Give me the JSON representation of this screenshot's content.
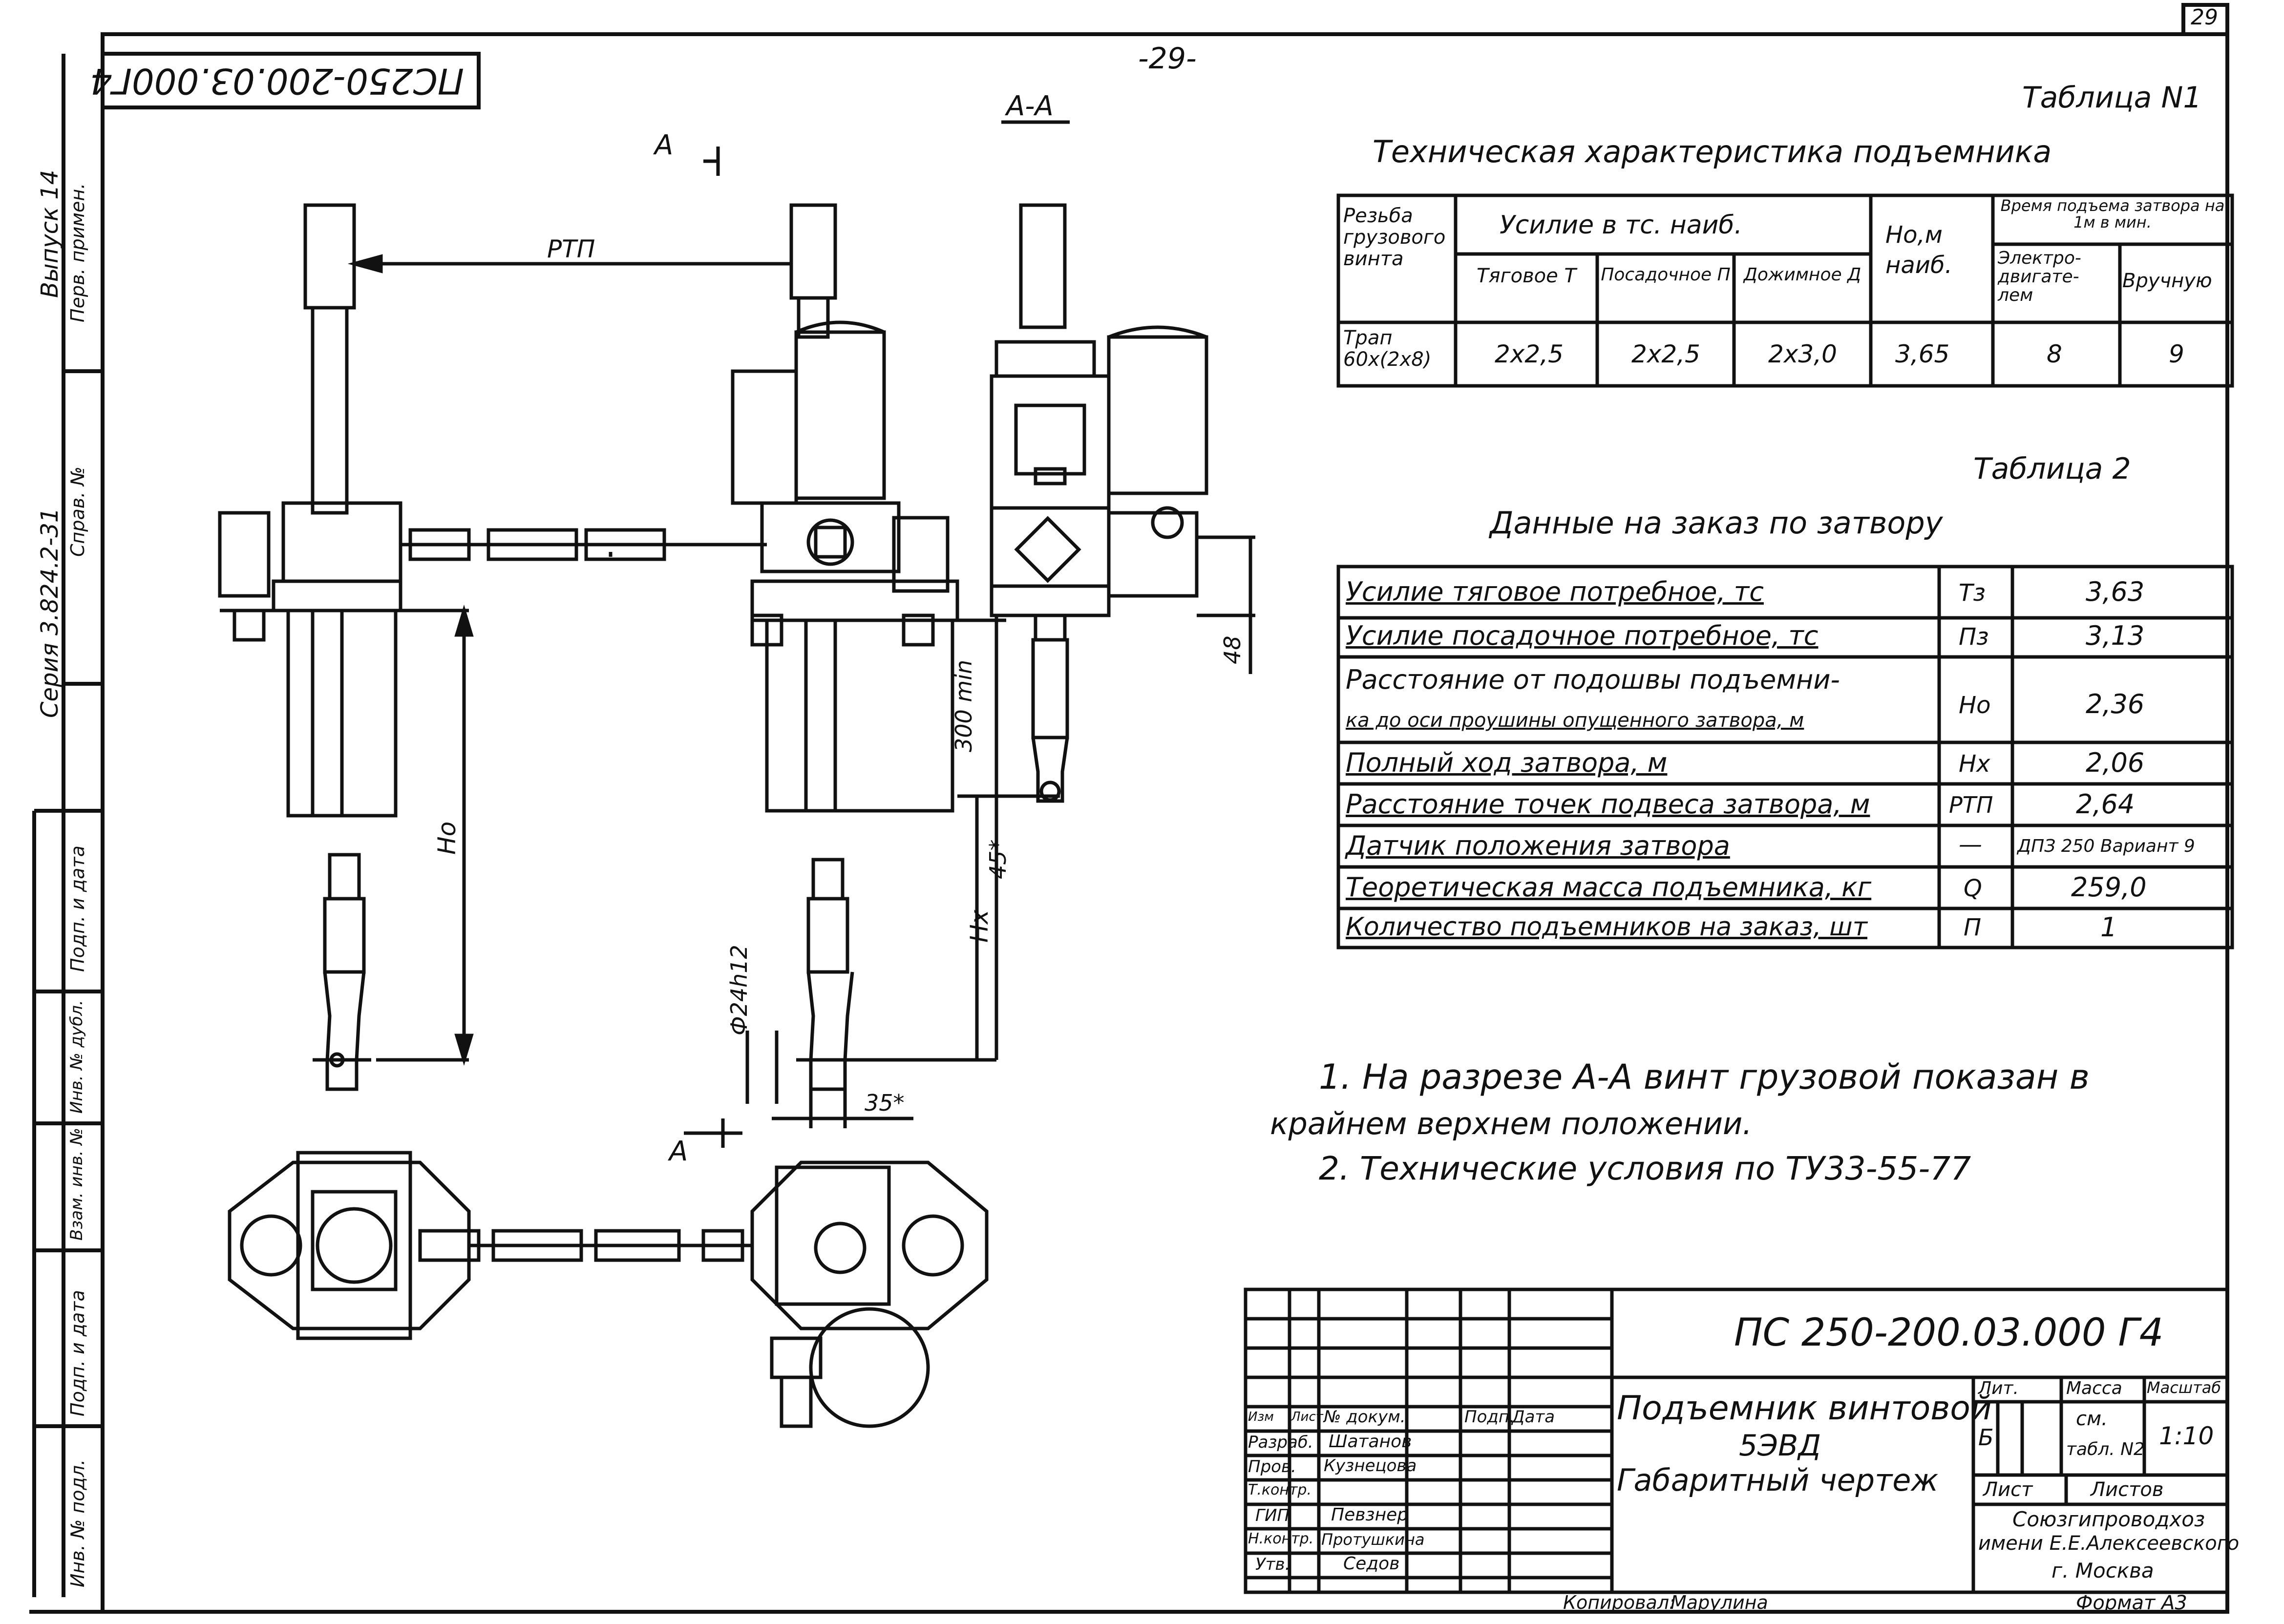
{
  "page_number": "29",
  "center_page_label": "-29-",
  "mirrored_designation": "ПС250-200.03.000Г4",
  "side_strip": {
    "series": "Серия 3.824.2-31",
    "issue": "Выпуск 14",
    "first_use": "Перв. примен.",
    "reference_no": "Справ. №",
    "signature_date_1": "Подп. и дата",
    "inventory_dup": "Инв. № дубл.",
    "replacement_inv": "Взам. инв. №",
    "signature_date_2": "Подп. и дата",
    "inventory_original": "Инв. № подл."
  },
  "drawing_labels": {
    "section_mark": "А-А",
    "cut_a_top": "А",
    "cut_a_bottom": "А",
    "ptn": "РТП",
    "ho": "Но",
    "hx": "Нх",
    "dim_300": "300 min",
    "dim_48": "48",
    "dim_45": "45*",
    "dim_phi": "Ф24h12",
    "dim_35": "35*"
  },
  "table1": {
    "caption": "Таблица N1",
    "title": "Техническая характеристика подъемника",
    "h_thread": "Резьба грузового винта",
    "h_force": "Усилие в тс. наиб.",
    "h_pull": "Тяговое Т",
    "h_set": "Посадочное П",
    "h_press": "Дожимное Д",
    "h_ho": "Но,м наиб.",
    "h_time": "Время подъема затвора на 1м в мин.",
    "h_motor": "Электро- двигате- лем",
    "h_manual": "Вручную",
    "v_thread": "Трап 60х(2х8)",
    "v_pull": "2х2,5",
    "v_set": "2х2,5",
    "v_press": "2х3,0",
    "v_ho": "3,65",
    "v_motor": "8",
    "v_manual": "9"
  },
  "table2": {
    "caption": "Таблица 2",
    "title": "Данные на заказ по затвору",
    "rows": [
      {
        "label": "Усилие тяговое потребное, тс",
        "sym": "Тз",
        "val": "3,63"
      },
      {
        "label": "Усилие посадочное потребное, тс",
        "sym": "Пз",
        "val": "3,13"
      },
      {
        "label": "Расстояние от подошвы подъемни-",
        "label2": "ка до оси проушины опущенного затвора, м",
        "sym": "Но",
        "val": "2,36"
      },
      {
        "label": "Полный ход затвора, м",
        "sym": "Нх",
        "val": "2,06"
      },
      {
        "label": "Расстояние точек подвеса затвора, м",
        "sym": "РТП",
        "val": "2,64"
      },
      {
        "label": "Датчик положения затвора",
        "sym": "—",
        "val": "ДПЗ 250 Вариант 9"
      },
      {
        "label": "Теоретическая масса подъемника, кг",
        "sym": "Q",
        "val": "259,0"
      },
      {
        "label": "Количество подъемников на заказ, шт",
        "sym": "П",
        "val": "1"
      }
    ]
  },
  "notes": {
    "n1a": "1. На разрезе А-А винт грузовой показан в",
    "n1b": "крайнем верхнем положении.",
    "n2": "2. Технические условия по ТУ33-55-77"
  },
  "title_block": {
    "designation": "ПС 250-200.03.000 Г4",
    "name1": "Подъемник винтовой",
    "name2": "5ЭВД",
    "name3": "Габаритный чертеж",
    "h_lit": "Лит.",
    "h_mass": "Масса",
    "h_scale": "Масштаб",
    "lit": "Б",
    "mass1": "см.",
    "mass2": "табл. N2",
    "scale": "1:10",
    "sheet": "Лист",
    "sheets": "Листов",
    "org1": "Союзгипроводхоз",
    "org2": "имени Е.Е.Алексеевского",
    "org3": "г. Москва",
    "col_izm": "Изм",
    "col_list": "Лист",
    "col_doc": "№ докум.",
    "col_sign": "Подп.",
    "col_date": "Дата",
    "r_razrab": "Разраб.",
    "n_razrab": "Шатанов",
    "r_prov": "Пров.",
    "n_prov": "Кузнецова",
    "r_tkontr": "Т.контр.",
    "r_gip": "ГИП",
    "n_gip": "Певзнер",
    "r_nkontr": "Н.контр.",
    "n_nkontr": "Протушкина",
    "r_utv": "Утв.",
    "n_utv": "Седов",
    "copied": "Копировал:",
    "copier": "Марулина",
    "format": "Формат А3"
  }
}
